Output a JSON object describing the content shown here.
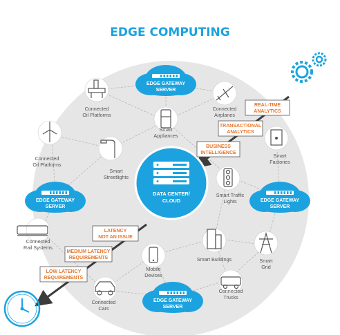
{
  "title": "EDGE COMPUTING",
  "colors": {
    "blue": "#1ca3df",
    "orange": "#e8752a",
    "gray_circle": "#e6e6e6",
    "arrow": "#3c3c3c"
  },
  "center": {
    "label_line1": "DATA CENTER/",
    "label_line2": "CLOUD",
    "icon": "server-rack-icon"
  },
  "gateways": [
    {
      "id": "top",
      "line1": "EDGE GATEWAY",
      "line2": "SERVER"
    },
    {
      "id": "left",
      "line1": "EDGE GATEWAY",
      "line2": "SERVER"
    },
    {
      "id": "right",
      "line1": "EDGE GATEWAY",
      "line2": "SERVER"
    },
    {
      "id": "bottom",
      "line1": "EDGE GATEWAY",
      "line2": "SERVER"
    }
  ],
  "devices": [
    {
      "id": "oil-platform-top",
      "line1": "Connected",
      "line2": "Oil Platforms",
      "icon": "oil-platform-icon"
    },
    {
      "id": "airplanes",
      "line1": "Connected",
      "line2": "Airplanes",
      "icon": "airplane-icon"
    },
    {
      "id": "appliances",
      "line1": "Smart",
      "line2": "Appliances",
      "icon": "refrigerator-icon"
    },
    {
      "id": "factories",
      "line1": "Smart",
      "line2": "Factories",
      "icon": "factory-icon"
    },
    {
      "id": "oil-platform-left",
      "line1": "Connected",
      "line2": "Oil Platforms",
      "icon": "wind-turbine-icon"
    },
    {
      "id": "streetlights",
      "line1": "Smart",
      "line2": "Streetlights",
      "icon": "streetlight-icon"
    },
    {
      "id": "traffic",
      "line1": "Smart Traffic",
      "line2": "Lights",
      "icon": "traffic-light-icon"
    },
    {
      "id": "rail",
      "line1": "Connected",
      "line2": "Rail Systems",
      "icon": "train-icon"
    },
    {
      "id": "mobile",
      "line1": "Mobile",
      "line2": "Devices",
      "icon": "smartphone-icon"
    },
    {
      "id": "buildings",
      "line1": "Smart Buildings",
      "line2": "",
      "icon": "building-icon"
    },
    {
      "id": "grid",
      "line1": "Smart",
      "line2": "Grid",
      "icon": "power-tower-icon"
    },
    {
      "id": "trucks",
      "line1": "Connected",
      "line2": "Trucks",
      "icon": "bus-icon"
    },
    {
      "id": "cars",
      "line1": "Connected",
      "line2": "Cars",
      "icon": "car-icon"
    }
  ],
  "upper_scale": [
    {
      "line1": "REAL-TIME",
      "line2": "ANALYTICS"
    },
    {
      "line1": "TRANSACTIONAL",
      "line2": "ANALYTICS"
    },
    {
      "line1": "BUSINESS",
      "line2": "INTELLIGENCE"
    }
  ],
  "lower_scale": [
    {
      "line1": "LATENCY",
      "line2": "NOT AN ISSUE"
    },
    {
      "line1": "MEDIUM LATENCY",
      "line2": "REQUIREMENTS"
    },
    {
      "line1": "LOW LATENCY",
      "line2": "REQUIREMENTS"
    }
  ],
  "decor": {
    "gears": "gears-icon",
    "clock": "clock-icon"
  }
}
